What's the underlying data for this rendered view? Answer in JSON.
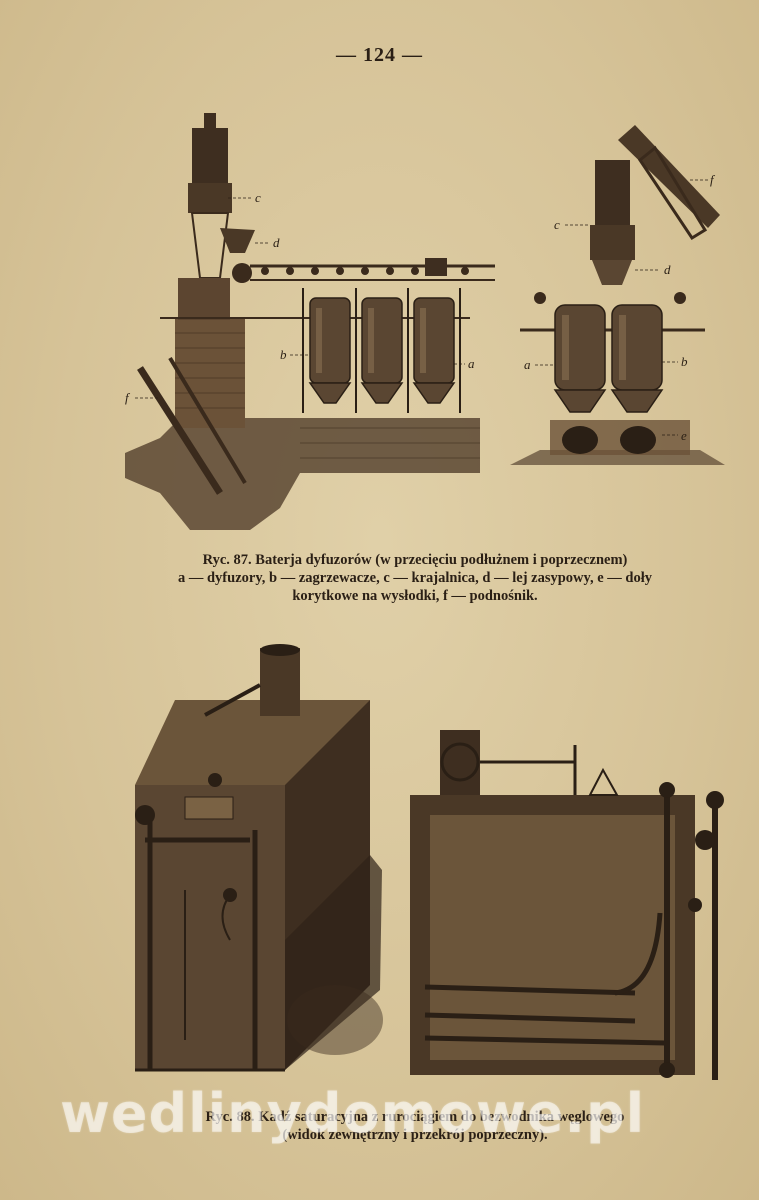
{
  "page_number": "— 124 —",
  "figure_87": {
    "caption_line1": "Ryc. 87. Baterja dyfuzorów (w przecięciu podłużnem i poprzecznem)",
    "caption_line2": "a — dyfuzory, b — zagrzewacze, c — krajalnica, d — lej zasypowy, e — doły",
    "caption_line3": "korytkowe na wysłodki, f — podnośnik.",
    "labels": {
      "a": "a",
      "b": "b",
      "c": "c",
      "d": "d",
      "e": "e",
      "f": "f"
    }
  },
  "figure_88": {
    "caption_line1": "Ryc. 88. Kadź saturacyjna z rurociągiem do bezwodnika węglowego",
    "caption_line2": "(widok zewnętrzny i przekrój poprzeczny)."
  },
  "watermark": "wedlinydomowe.pl"
}
